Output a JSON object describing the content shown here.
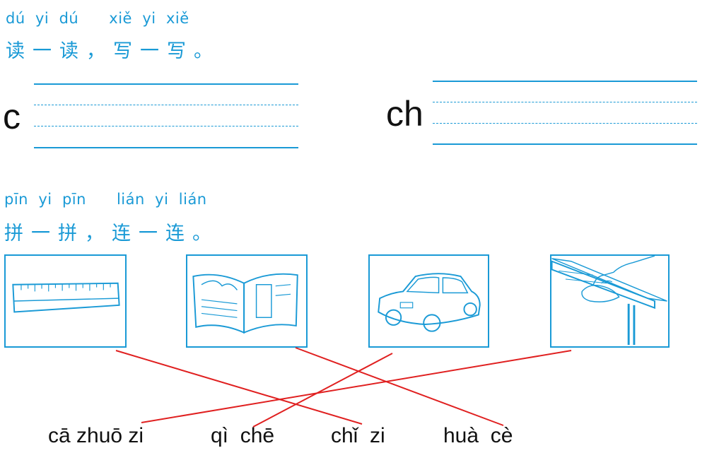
{
  "section1": {
    "pinyin": "dú  yi  dú      xiě  yi  xiě",
    "title": "读一读，写一写。"
  },
  "letters": [
    "c",
    "ch"
  ],
  "section2": {
    "pinyin": "pīn  yi  pīn      lián  yi  lián",
    "title": "拼一拼，连一连。"
  },
  "pictures": [
    {
      "icon": "ruler-icon"
    },
    {
      "icon": "book-icon"
    },
    {
      "icon": "car-icon"
    },
    {
      "icon": "wiping-table-icon"
    }
  ],
  "words": [
    "cā zhuō zi",
    "qì  chē",
    "chǐ  zi",
    "huà  cè"
  ],
  "matches": [
    {
      "picture": 0,
      "word": 2
    },
    {
      "picture": 1,
      "word": 3
    },
    {
      "picture": 2,
      "word": 1
    },
    {
      "picture": 3,
      "word": 0
    }
  ],
  "colors": {
    "accent": "#1a9ad6",
    "match_line": "#e02020",
    "text": "#111111"
  }
}
